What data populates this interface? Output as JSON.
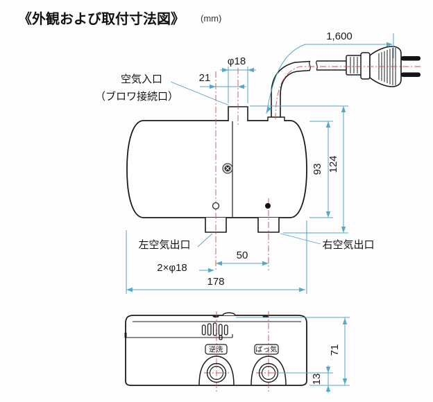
{
  "title": {
    "text": "《外観および取付寸法図》",
    "unit": "(mm)"
  },
  "labels": {
    "air_inlet": "空気入口",
    "air_inlet_sub": "（ブロワ接続口）",
    "left_outlet": "左空気出口",
    "right_outlet": "右空気出口",
    "port_backwash": "逆洗",
    "port_aeration": "ばっ気"
  },
  "dimensions": {
    "cord_length": "1,600",
    "inlet_diameter": "φ18",
    "inlet_offset": "21",
    "body_height": "93",
    "overall_height": "124",
    "outlet_count_diameter": "2×φ18",
    "outlet_pitch": "50",
    "overall_width": "178",
    "front_height": "71",
    "port_center_height": "13"
  },
  "colors": {
    "outline": "#1a1a1a",
    "dimension_line": "#54a8c8",
    "centerline": "#cc5050"
  }
}
